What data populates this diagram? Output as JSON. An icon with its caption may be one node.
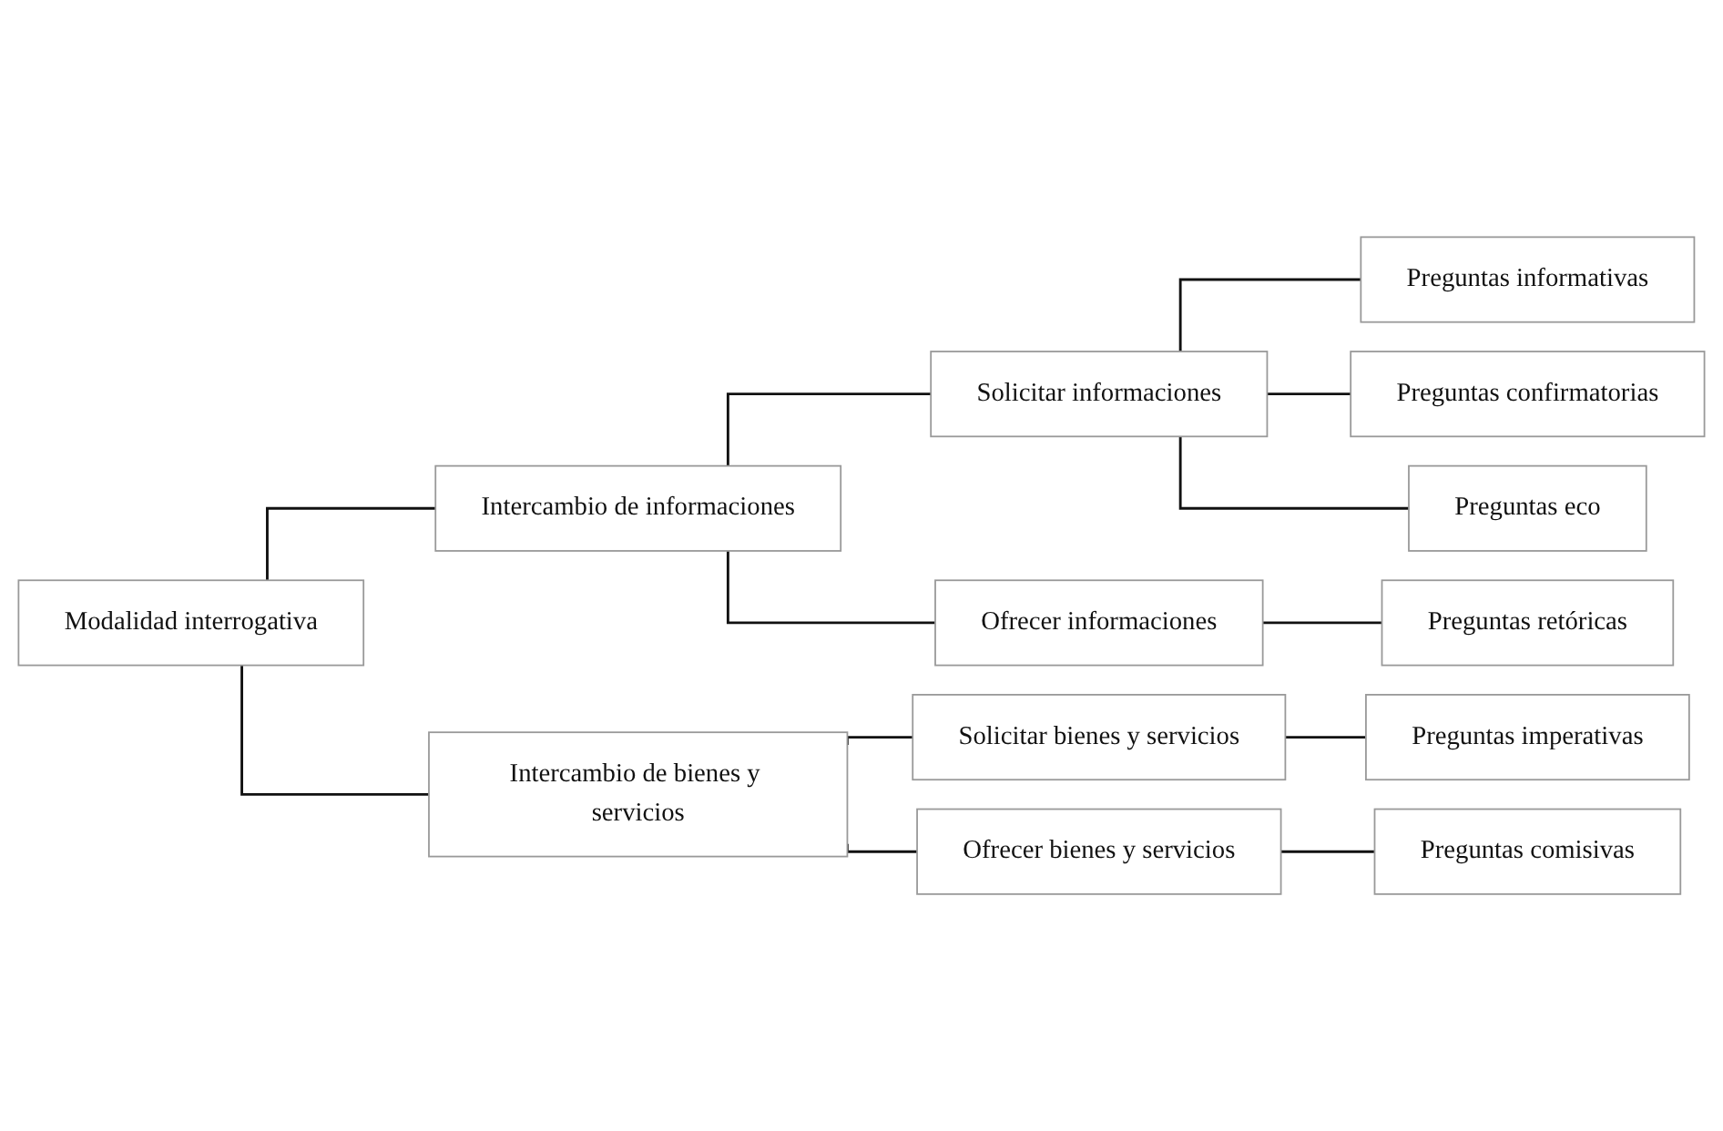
{
  "diagram": {
    "nodes": [
      {
        "text": [
          "Modalidad interrogativa"
        ]
      },
      {
        "text": [
          "Intercambio de informaciones"
        ]
      },
      {
        "text": [
          "Solicitar informaciones"
        ]
      },
      {
        "text": [
          "Preguntas informativas"
        ]
      },
      {
        "text": [
          "Preguntas confirmatorias"
        ]
      },
      {
        "text": [
          "Preguntas eco"
        ]
      },
      {
        "text": [
          "Ofrecer informaciones"
        ]
      },
      {
        "text": [
          "Preguntas retóricas"
        ]
      },
      {
        "text": [
          "Intercambio de bienes y servicios"
        ]
      },
      {
        "text": [
          "Solicitar bienes y servicios"
        ]
      },
      {
        "text": [
          "Preguntas imperativas"
        ]
      },
      {
        "text": [
          "Ofrecer bienes y servicios"
        ]
      },
      {
        "text": [
          "Preguntas comisivas"
        ]
      }
    ],
    "edges": [
      {
        "from": 0,
        "to": 1,
        "arrow": "none"
      },
      {
        "from": 0,
        "to": 8,
        "arrow": "none"
      },
      {
        "from": 1,
        "to": 2,
        "arrow": "none"
      },
      {
        "from": 1,
        "to": 6,
        "arrow": "none"
      },
      {
        "from": 2,
        "to": 3,
        "arrow": "none"
      },
      {
        "from": 2,
        "to": 4,
        "arrow": "none"
      },
      {
        "from": 2,
        "to": 5,
        "arrow": "none"
      },
      {
        "from": 6,
        "to": 7,
        "arrow": "none"
      },
      {
        "from": 8,
        "to": 9,
        "arrow": "none"
      },
      {
        "from": 8,
        "to": 11,
        "arrow": "none"
      },
      {
        "from": 9,
        "to": 10,
        "arrow": "none"
      },
      {
        "from": 11,
        "to": 12,
        "arrow": "none"
      }
    ]
  }
}
